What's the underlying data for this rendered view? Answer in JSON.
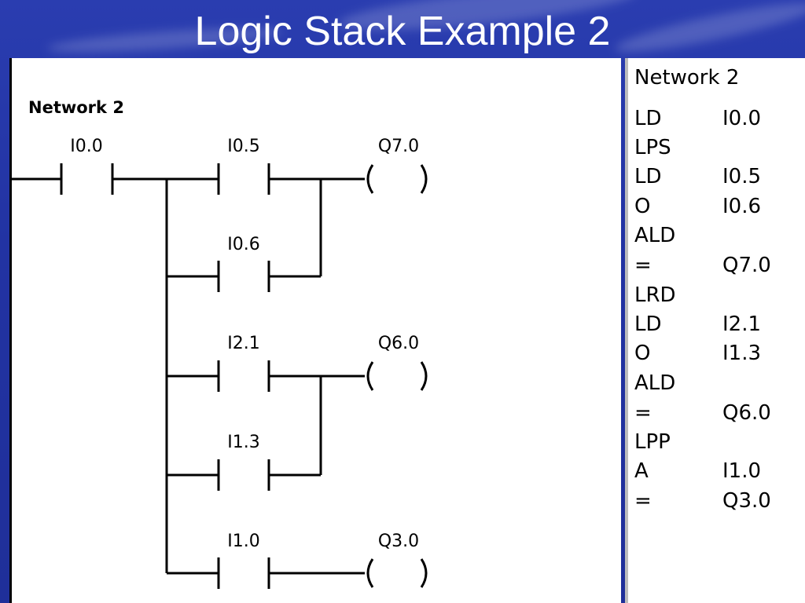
{
  "slide": {
    "title": "Logic Stack Example 2"
  },
  "ladder": {
    "network_label": "Network 2",
    "main_contact": "I0.0",
    "contacts": {
      "i05": "I0.5",
      "i06": "I0.6",
      "i21": "I2.1",
      "i13": "I1.3",
      "i10": "I1.0"
    },
    "coils": {
      "q70": "Q7.0",
      "q60": "Q6.0",
      "q30": "Q3.0"
    }
  },
  "stl": {
    "header": "Network 2",
    "rows": [
      {
        "op": "LD",
        "operand": "I0.0"
      },
      {
        "op": "LPS",
        "operand": ""
      },
      {
        "op": "LD",
        "operand": "I0.5"
      },
      {
        "op": "O",
        "operand": "I0.6"
      },
      {
        "op": "ALD",
        "operand": ""
      },
      {
        "op": "=",
        "operand": "Q7.0"
      },
      {
        "op": "LRD",
        "operand": ""
      },
      {
        "op": "LD",
        "operand": "I2.1"
      },
      {
        "op": "O",
        "operand": "I1.3"
      },
      {
        "op": "ALD",
        "operand": ""
      },
      {
        "op": "=",
        "operand": "Q6.0"
      },
      {
        "op": "LPP",
        "operand": ""
      },
      {
        "op": "A",
        "operand": "I1.0"
      },
      {
        "op": "=",
        "operand": "Q3.0"
      }
    ]
  }
}
